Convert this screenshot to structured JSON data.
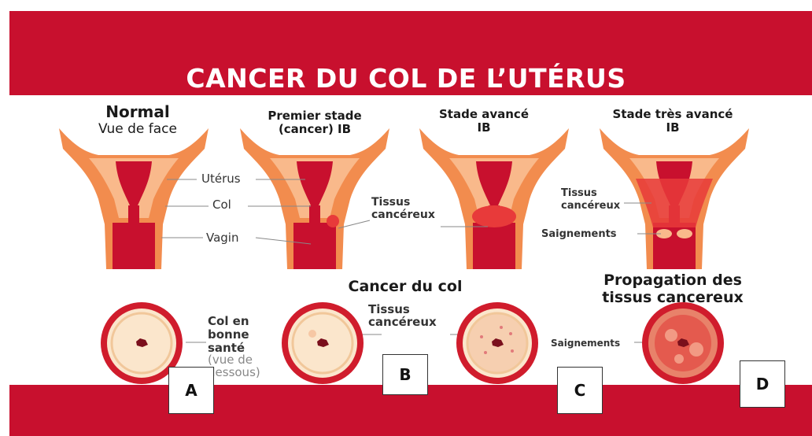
{
  "title": "CANCER DU COL DE L’UTÉRUS",
  "columns": [
    {
      "title_line1": "Normal",
      "title_line2": "Vue de face"
    },
    {
      "title_line1": "Premier stade",
      "title_line2": "(cancer) IB"
    },
    {
      "title_line1": "Stade avancé",
      "title_line2": "IB"
    },
    {
      "title_line1": "Stade très avancé",
      "title_line2": "IB"
    }
  ],
  "anatomy_labels": {
    "uterus": "Utérus",
    "col": "Col",
    "vagin": "Vagin"
  },
  "stage2_label": {
    "line1": "Tissus",
    "line2": "cancéreux"
  },
  "stage4_labels": {
    "tissus_line1": "Tissus",
    "tissus_line2": "cancéreux",
    "saignements": "Saignements"
  },
  "section_cancer_col": "Cancer du col",
  "section_propagation": {
    "line1": "Propagation des",
    "line2": "tissus cancereux"
  },
  "disc_labels": {
    "healthy_line1": "Col en",
    "healthy_line2": "bonne",
    "healthy_line3": "santé",
    "healthy_line4": "(vue de",
    "healthy_line5": "dessous)",
    "tissus_line1": "Tissus",
    "tissus_line2": "cancéreux",
    "saignements": "Saignements"
  },
  "letters": [
    "A",
    "B",
    "C",
    "D"
  ],
  "colors": {
    "red_band": "#c8102e",
    "uterus_dark": "#c8102e",
    "uterus_outer": "#f28c4e",
    "uterus_light": "#f9b98b",
    "disc_red": "#d01c2c",
    "disc_cream": "#fbe6cc"
  },
  "icons": {
    "uterus": "uterus-diagram-icon",
    "cervix": "cervix-disc-icon"
  }
}
